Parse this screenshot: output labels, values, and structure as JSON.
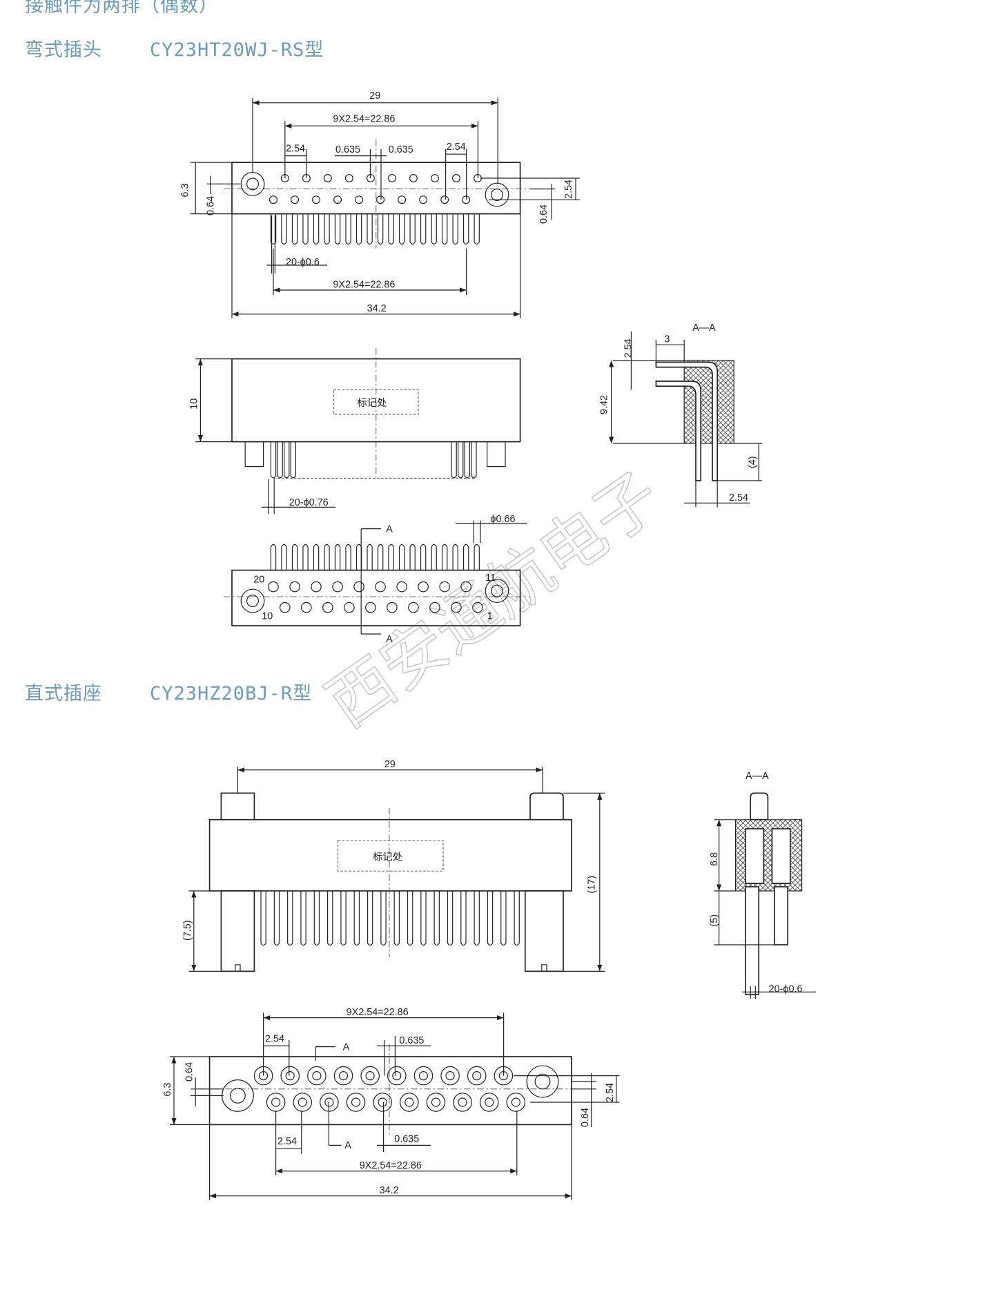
{
  "headings": {
    "top": "接触件为两排（偶数）",
    "plug": "弯式插头    CY23HT20WJ-RS型",
    "socket": "直式插座    CY23HZ20BJ-R型"
  },
  "watermark": "西安通航电子",
  "plug": {
    "top_view": {
      "dim_29": "29",
      "dim_pitch_top": "9X2.54=22.86",
      "dim_254_left": "2.54",
      "dim_0635_left": "0.635",
      "dim_0635_right": "0.635",
      "dim_254_right": "2.54",
      "dim_63": "6.3",
      "dim_064_left": "0.64",
      "dim_254_vert": "2.54",
      "dim_064_right": "0.64",
      "dim_pin_dia": "20-ϕ0.6",
      "dim_pitch_bottom": "9X2.54=22.86",
      "dim_342": "34.2"
    },
    "side_view": {
      "mark_label": "标记处",
      "dim_10": "10",
      "dim_pin_dia": "20-ϕ0.76"
    },
    "section": {
      "title": "A—A",
      "dim_3": "3",
      "dim_254_top": "2.54",
      "dim_942": "9.42",
      "dim_4": "(4)",
      "dim_254_bottom": "2.54"
    },
    "bottom_view": {
      "section_a_top": "A",
      "section_a_bottom": "A",
      "dim_066": "ϕ0.66",
      "pin_20": "20",
      "pin_10": "10",
      "pin_11": "11",
      "pin_1": "1"
    }
  },
  "socket": {
    "front_view": {
      "dim_29": "29",
      "mark_label": "标记处",
      "dim_17": "(17)",
      "dim_75": "(7.5)"
    },
    "section": {
      "title": "A—A",
      "dim_68": "6.8",
      "dim_5": "(5)",
      "dim_pin_dia": "20-ϕ0.6"
    },
    "bottom_view": {
      "dim_pitch_top": "9X2.54=22.86",
      "dim_254_top": "2.54",
      "section_a_top": "A",
      "dim_0635_top": "0.635",
      "dim_63": "6.3",
      "dim_064_left": "0.64",
      "dim_254_right": "2.54",
      "dim_064_right": "0.64",
      "section_a_bottom": "A",
      "dim_254_bottom": "2.54",
      "dim_0635_bottom": "0.635",
      "dim_pitch_bottom": "9X2.54=22.86",
      "dim_342": "34.2"
    }
  }
}
